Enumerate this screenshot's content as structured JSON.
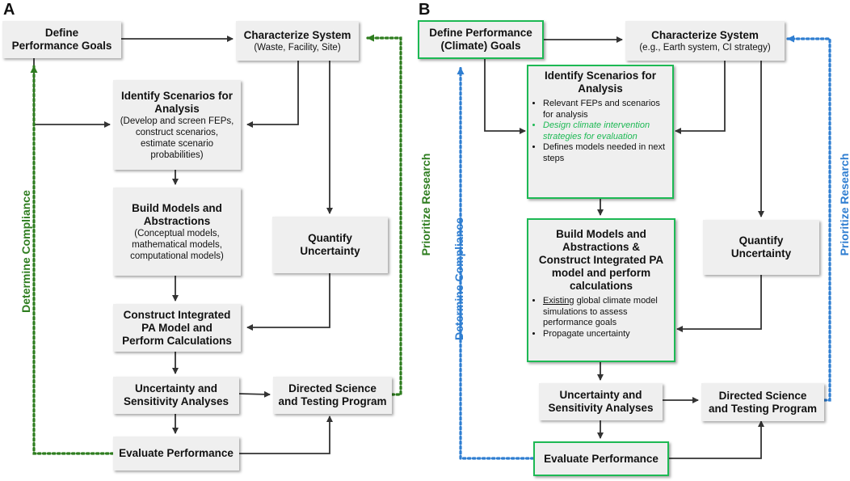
{
  "panel_a": {
    "letter": "A",
    "define_goals": [
      "Define",
      "Performance Goals"
    ],
    "characterize": {
      "title": "Characterize System",
      "sub": "(Waste, Facility, Site)"
    },
    "identify": {
      "title": [
        "Identify Scenarios for",
        "Analysis"
      ],
      "sub": [
        "(Develop and screen FEPs,",
        "construct scenarios,",
        "estimate scenario",
        "probabilities)"
      ]
    },
    "build": {
      "title": [
        "Build Models and",
        "Abstractions"
      ],
      "sub": [
        "(Conceptual models,",
        "mathematical models,",
        "computational models)"
      ]
    },
    "quantify": [
      "Quantify",
      "Uncertainty"
    ],
    "construct": [
      "Construct Integrated",
      "PA Model and",
      "Perform Calculations"
    ],
    "uncertainty": [
      "Uncertainty and",
      "Sensitivity Analyses"
    ],
    "directed": [
      "Directed Science",
      "and Testing Program"
    ],
    "evaluate": "Evaluate Performance",
    "determine_compliance": "Determine Compliance",
    "prioritize_research": "Prioritize Research"
  },
  "panel_b": {
    "letter": "B",
    "define_goals": [
      "Define Performance",
      "(Climate) Goals"
    ],
    "characterize": {
      "title": "Characterize System",
      "sub": "(e.g., Earth system, CI strategy)"
    },
    "identify": {
      "title": [
        "Identify Scenarios for",
        "Analysis"
      ],
      "bullets": [
        "Relevant FEPs and scenarios for analysis",
        "Design climate intervention strategies for evaluation",
        "Defines models needed in next steps"
      ]
    },
    "build": {
      "title": [
        "Build Models and",
        "Abstractions &",
        "Construct Integrated PA",
        "model and perform",
        "calculations"
      ],
      "bullet1_underlined": "Existing",
      "bullet1_rest": " global climate model simulations to assess performance goals",
      "bullet2": "Propagate uncertainty"
    },
    "quantify": [
      "Quantify",
      "Uncertainty"
    ],
    "uncertainty": [
      "Uncertainty and",
      "Sensitivity Analyses"
    ],
    "directed": [
      "Directed Science",
      "and Testing Program"
    ],
    "evaluate": "Evaluate Performance",
    "determine_compliance": "Determine Compliance",
    "prioritize_research": "Prioritize Research"
  },
  "colors": {
    "green_dotted": "#2e7d1f",
    "blue_dotted": "#2f7ed1",
    "highlight_border": "#1db954",
    "arrow": "#333333"
  }
}
